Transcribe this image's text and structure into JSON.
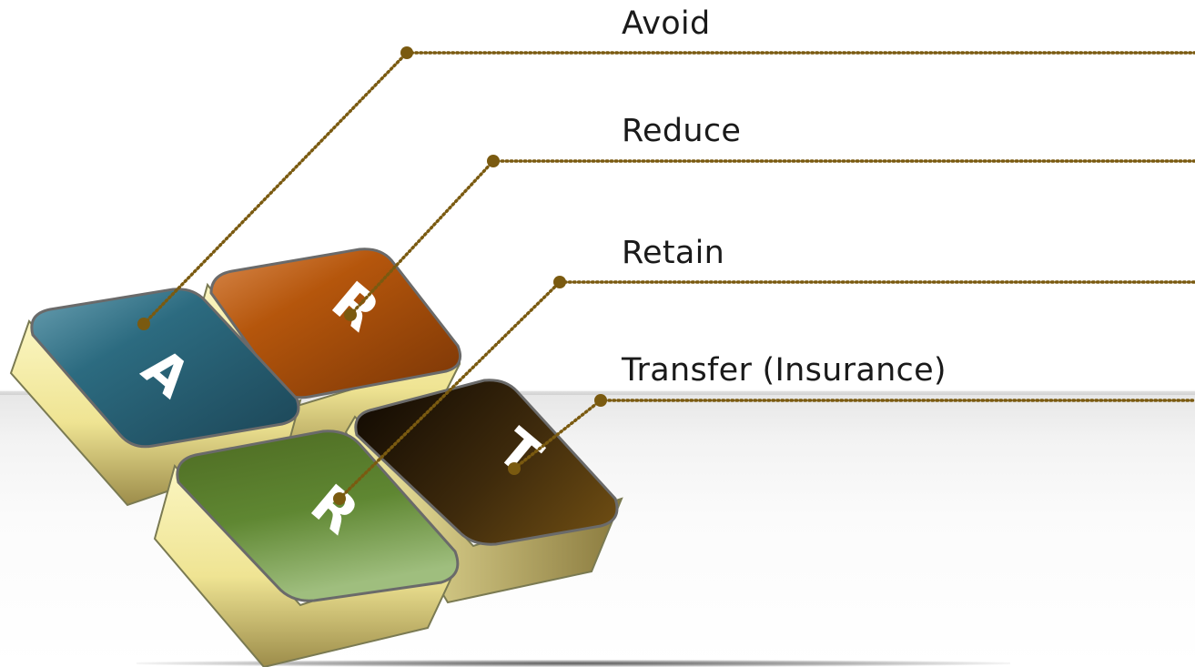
{
  "keys": [
    {
      "letter": "A",
      "label": "Avoid",
      "color": "#2a6072"
    },
    {
      "letter": "R",
      "label": "Reduce",
      "color": "#a44a0a"
    },
    {
      "letter": "R",
      "label": "Retain",
      "color": "#557a2a"
    },
    {
      "letter": "T",
      "label": "Transfer (Insurance)",
      "color": "#3a2a10"
    }
  ],
  "connector_color": "#7a5a10",
  "key_side_color": "#f2ea9a"
}
